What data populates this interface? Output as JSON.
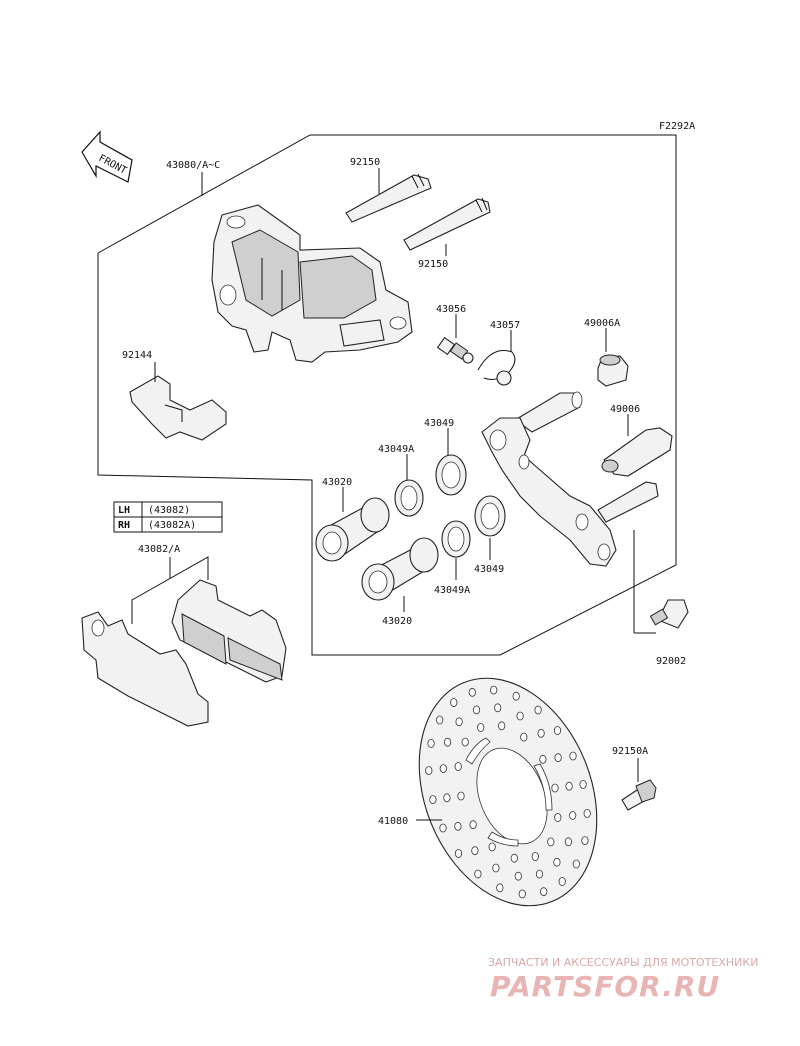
{
  "figure_code": "F2292A",
  "front_arrow_label": "FRONT",
  "parts": {
    "caliper": "43080/A~C",
    "pin_upper": "92150",
    "pin_lower": "92150",
    "bleed_valve": "43056",
    "cap": "43057",
    "boot": "49006A",
    "bolt_collar": "49006",
    "spring": "92144",
    "seal_upper": "43049",
    "dust_seal_upper": "43049A",
    "piston_upper": "43020",
    "seal_lower": "43049",
    "dust_seal_lower": "43049A",
    "piston_lower": "43020",
    "bolt": "92002",
    "pad_set": "43082/A",
    "disc_bolt": "92150A",
    "disc": "41080"
  },
  "side_table": [
    {
      "side": "LH",
      "part": "(43082)"
    },
    {
      "side": "RH",
      "part": "(43082A)"
    }
  ],
  "watermark": {
    "line1": "ЗАПЧАСТИ И АКСЕССУАРЫ ДЛЯ МОТОТЕХНИКИ",
    "line2": "PARTSFOR.RU"
  }
}
